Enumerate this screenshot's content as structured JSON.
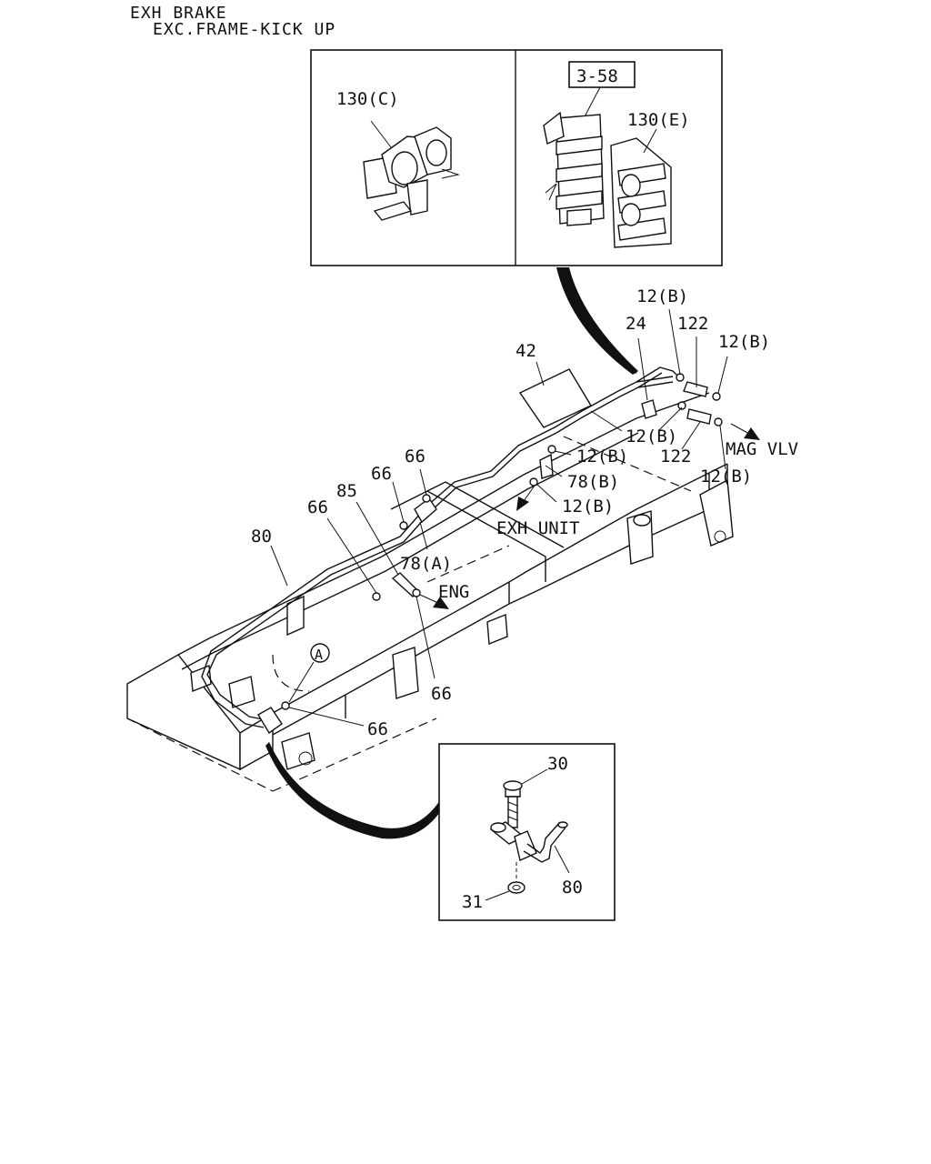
{
  "header": {
    "line1": "EXH BRAKE",
    "line2": "EXC.FRAME-KICK UP"
  },
  "inset_top": {
    "left_label": "130(C)",
    "ref_box": "3-58",
    "right_label": "130(E)"
  },
  "callouts": {
    "p42": "42",
    "p24": "24",
    "p12b_1": "12(B)",
    "p122_1": "122",
    "p12b_2": "12(B)",
    "p12b_3": "12(B)",
    "p122_2": "122",
    "p12b_4": "12(B)",
    "mag_vlv": "MAG VLV",
    "p12b_5": "12(B)",
    "p78b": "78(B)",
    "p12b_6": "12(B)",
    "exh_unit": "EXH UNIT",
    "p66_1": "66",
    "p66_2": "66",
    "p85": "85",
    "p66_3": "66",
    "p80": "80",
    "p78a": "78(A)",
    "eng": "ENG",
    "p66_4": "66",
    "circle_a": "A",
    "p66_5": "66"
  },
  "inset_bottom": {
    "p30": "30",
    "p80": "80",
    "p31": "31"
  }
}
